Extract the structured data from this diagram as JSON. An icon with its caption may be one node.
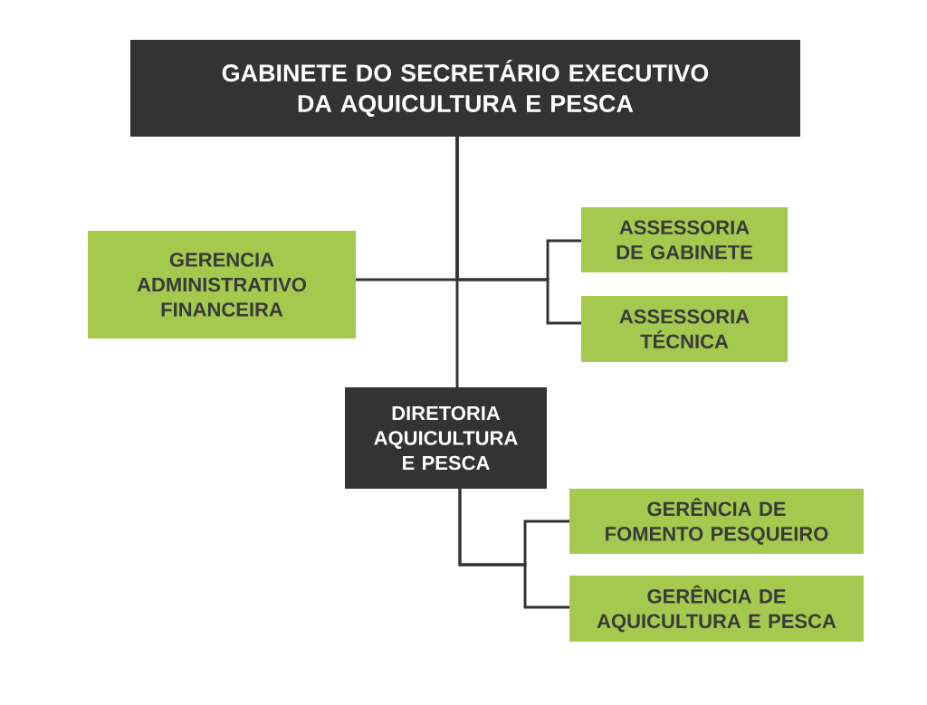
{
  "diagram": {
    "nodes": [
      {
        "text": [
          "GABINETE DO SECRETÁRIO EXECUTIVO DA AQUICULTURA E PESCA"
        ]
      },
      {
        "text": [
          "GERENCIA ADMINISTRATIVO FINANCEIRA"
        ]
      },
      {
        "text": [
          "ASSESSORIA DE GABINETE"
        ]
      },
      {
        "text": [
          "ASSESSORIA TÉCNICA"
        ]
      },
      {
        "text": [
          "DIRETORIA AQUICULTURA E PESCA"
        ]
      },
      {
        "text": [
          "GERÊNCIA DE FOMENTO PESQUEIRO"
        ]
      },
      {
        "text": [
          "GERÊNCIA DE AQUICULTURA E PESCA"
        ]
      }
    ],
    "edges": [
      {
        "from": 0,
        "to": 1,
        "arrow": "none"
      },
      {
        "from": 0,
        "to": 2,
        "arrow": "none"
      },
      {
        "from": 0,
        "to": 3,
        "arrow": "none"
      },
      {
        "from": 0,
        "to": 4,
        "arrow": "none"
      },
      {
        "from": 4,
        "to": 5,
        "arrow": "none"
      },
      {
        "from": 4,
        "to": 6,
        "arrow": "none"
      }
    ]
  }
}
